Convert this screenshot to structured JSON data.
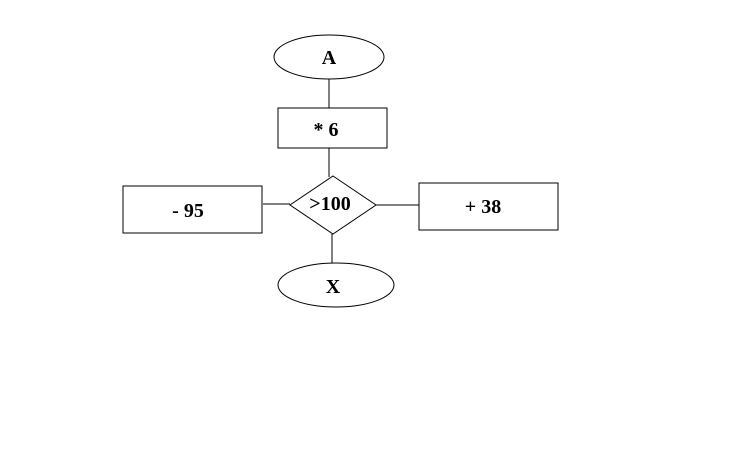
{
  "diagram": {
    "start": {
      "label": "A"
    },
    "multiply": {
      "label": "* 6"
    },
    "decision": {
      "label": ">100"
    },
    "left_box": {
      "label": "- 95"
    },
    "right_box": {
      "label": "+ 38"
    },
    "end": {
      "label": "X"
    }
  }
}
